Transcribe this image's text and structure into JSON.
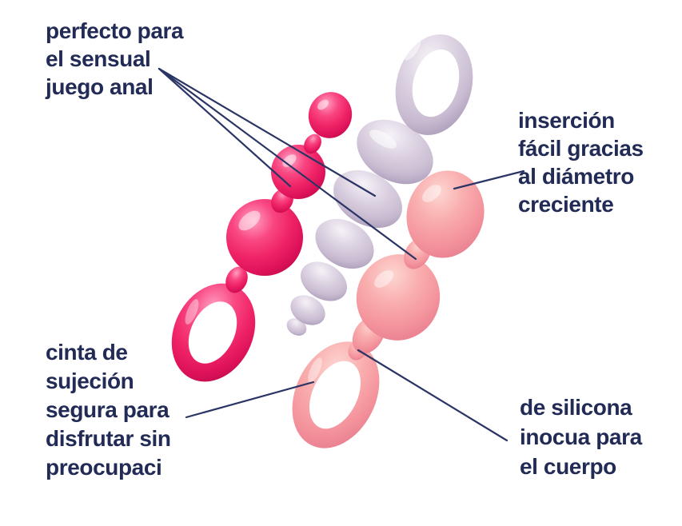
{
  "labels": {
    "sensual_play": {
      "lines": [
        "perfecto para",
        "el sensual",
        "juego anal"
      ]
    },
    "easy_insertion": {
      "lines": [
        "inserción",
        "fácil gracias",
        "al diámetro",
        "creciente"
      ]
    },
    "secure_band": {
      "lines": [
        "cinta de",
        "sujeción",
        "segura para",
        "disfrutar sin",
        "preocupaci"
      ]
    },
    "body_safe": {
      "lines": [
        "de silicona",
        "inocua para",
        "el cuerpo"
      ]
    }
  },
  "colors": {
    "background": "#ffffff",
    "label_text": "#212b56",
    "connector_line": "#2b3565",
    "toy_magenta": "#f02568",
    "toy_lavender": "#d7cdde",
    "toy_salmon": "#f8a4a8"
  }
}
